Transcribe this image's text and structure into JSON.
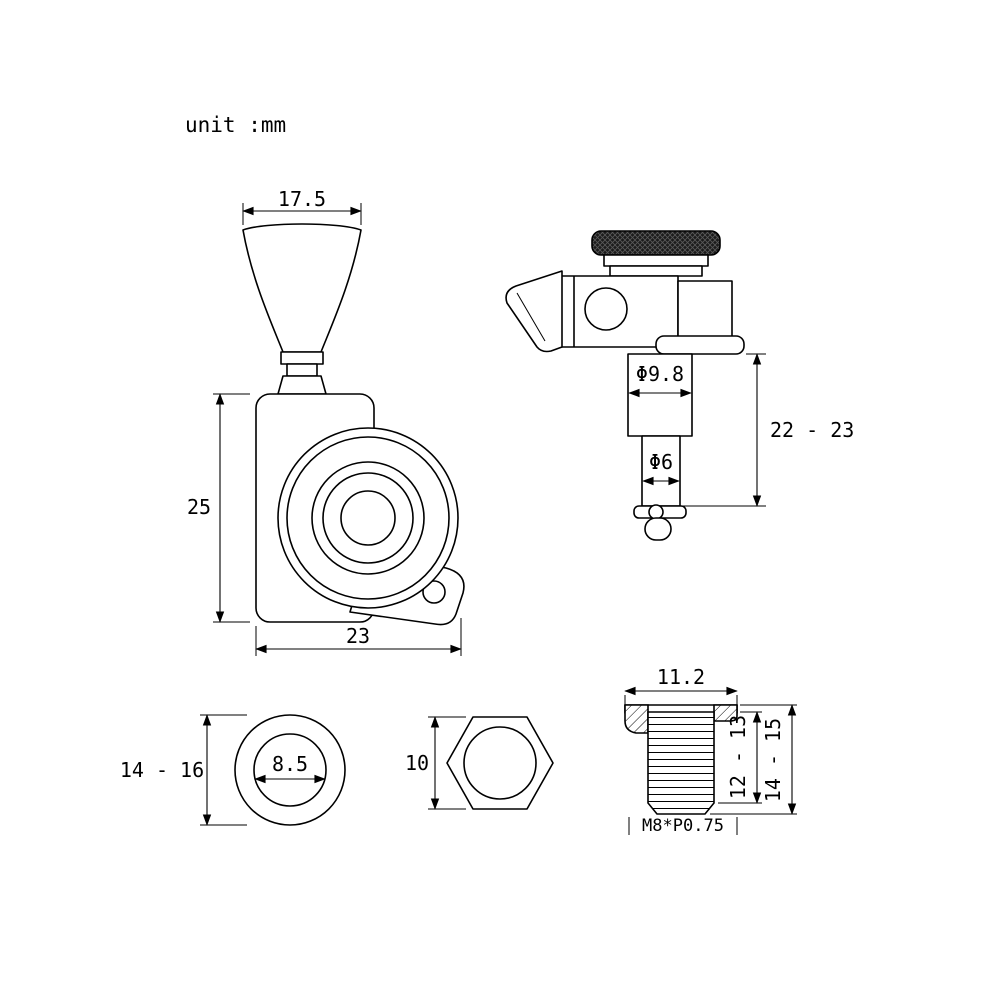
{
  "labels": {
    "unit": "unit :mm",
    "button_width": "17.5",
    "housing_height": "25",
    "housing_width": "23",
    "post_diameter": "Φ9.8",
    "string_post_diameter": "Φ6",
    "post_length": "22 - 23",
    "washer_outer_diameter": "14 - 16",
    "washer_inner_diameter": "8.5",
    "nut_thickness": "10",
    "bushing_flange_diameter": "11.2",
    "bushing_thread_length": "12 - 13",
    "bushing_total_length": "14 - 15",
    "bushing_thread_spec": "M8*P0.75"
  },
  "colors": {
    "line": "#000000",
    "background": "#ffffff",
    "knurl_dark": "#1b1b1b"
  }
}
